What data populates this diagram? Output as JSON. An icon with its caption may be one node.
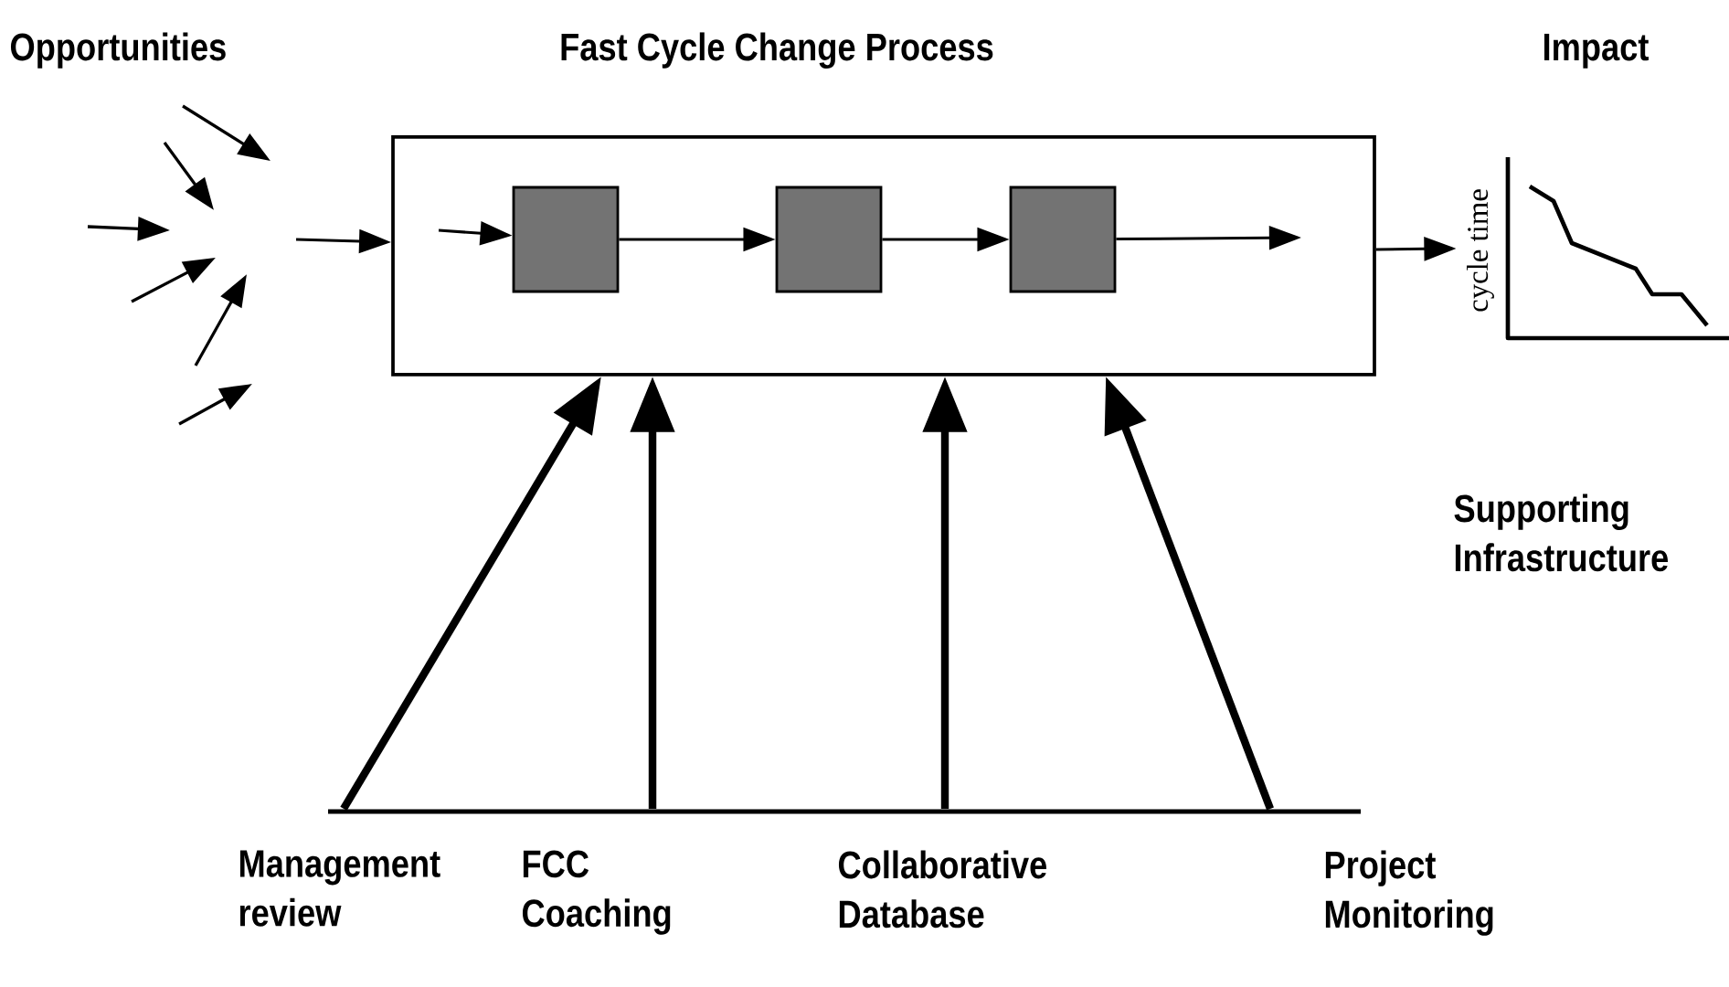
{
  "diagram": {
    "nodes": [
      {
        "text": [
          "Fast Cycle Change Process"
        ]
      },
      {
        "text": [],
        "shape": "box",
        "in": 0
      },
      {
        "text": [],
        "shape": "box",
        "in": 0
      },
      {
        "text": [],
        "shape": "box",
        "in": 0
      },
      {
        "text": [
          "Impact",
          "cycle time"
        ]
      },
      {
        "text": [],
        "shape": "bar"
      }
    ],
    "edges": [
      {
        "from": null,
        "to": 0,
        "arrow": "to"
      },
      {
        "from": null,
        "to": 1,
        "arrow": "to"
      },
      {
        "from": 1,
        "to": 2,
        "arrow": "to"
      },
      {
        "from": 2,
        "to": 3,
        "arrow": "to"
      },
      {
        "from": 3,
        "to": null,
        "arrow": "to"
      },
      {
        "from": 0,
        "to": 4,
        "arrow": "to"
      },
      {
        "from": 5,
        "to": 0,
        "arrow": "to",
        "style": "thick"
      },
      {
        "from": 5,
        "to": 0,
        "arrow": "to",
        "style": "thick"
      },
      {
        "from": 5,
        "to": 0,
        "arrow": "to",
        "style": "thick"
      },
      {
        "from": 5,
        "to": 0,
        "arrow": "to",
        "style": "thick"
      }
    ],
    "labels": [
      "Opportunities",
      "Supporting Infrastructure",
      "Management review",
      "FCC Coaching",
      "Collaborative Database",
      "Project Monitoring"
    ]
  }
}
